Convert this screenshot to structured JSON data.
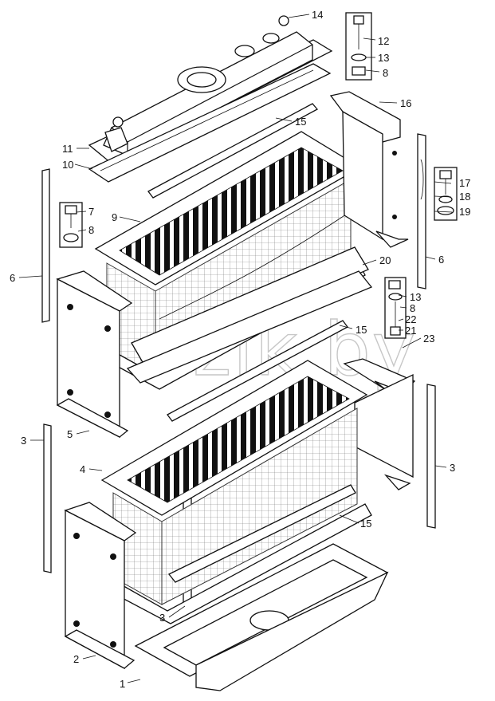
{
  "watermark": "mazik.by",
  "callouts": [
    {
      "id": "c14",
      "label": "14"
    },
    {
      "id": "c12",
      "label": "12"
    },
    {
      "id": "c13a",
      "label": "13"
    },
    {
      "id": "c8a",
      "label": "8"
    },
    {
      "id": "c16",
      "label": "16"
    },
    {
      "id": "c15a",
      "label": "15"
    },
    {
      "id": "c11",
      "label": "11"
    },
    {
      "id": "c10",
      "label": "10"
    },
    {
      "id": "c17",
      "label": "17"
    },
    {
      "id": "c18",
      "label": "18"
    },
    {
      "id": "c19",
      "label": "19"
    },
    {
      "id": "c7",
      "label": "7"
    },
    {
      "id": "c9",
      "label": "9"
    },
    {
      "id": "c8b",
      "label": "8"
    },
    {
      "id": "c6a",
      "label": "6"
    },
    {
      "id": "c6b",
      "label": "6"
    },
    {
      "id": "c20",
      "label": "20"
    },
    {
      "id": "c13b",
      "label": "13"
    },
    {
      "id": "c8c",
      "label": "8"
    },
    {
      "id": "c22",
      "label": "22"
    },
    {
      "id": "c21",
      "label": "21"
    },
    {
      "id": "c15b",
      "label": "15"
    },
    {
      "id": "c23",
      "label": "23"
    },
    {
      "id": "c5",
      "label": "5"
    },
    {
      "id": "c3a",
      "label": "3"
    },
    {
      "id": "c4",
      "label": "4"
    },
    {
      "id": "c3b",
      "label": "3"
    },
    {
      "id": "c15c",
      "label": "15"
    },
    {
      "id": "c3c",
      "label": "3"
    },
    {
      "id": "c2",
      "label": "2"
    },
    {
      "id": "c1",
      "label": "1"
    }
  ]
}
